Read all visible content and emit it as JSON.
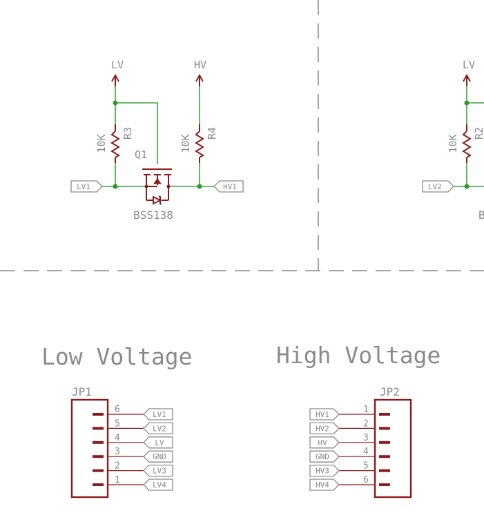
{
  "level_shifter_1": {
    "supply_low": "LV",
    "supply_high": "HV",
    "low_resistor": {
      "name": "R3",
      "value": "10K"
    },
    "high_resistor": {
      "name": "R4",
      "value": "10K"
    },
    "mosfet": {
      "name": "Q1",
      "value": "BSS138"
    },
    "net_low": "LV1",
    "net_high": "HV1"
  },
  "level_shifter_2": {
    "supply_low": "LV",
    "low_resistor": {
      "name": "R2",
      "value": "10K"
    },
    "net_low": "LV2",
    "mosfet_value_partial": "B"
  },
  "headers": {
    "low": {
      "title": "Low Voltage",
      "ref": "JP1",
      "pins": [
        {
          "num": "6",
          "label": "LV1"
        },
        {
          "num": "5",
          "label": "LV2"
        },
        {
          "num": "4",
          "label": "LV"
        },
        {
          "num": "3",
          "label": "GND"
        },
        {
          "num": "2",
          "label": "LV3"
        },
        {
          "num": "1",
          "label": "LV4"
        }
      ]
    },
    "high": {
      "title": "High Voltage",
      "ref": "JP2",
      "pins": [
        {
          "num": "1",
          "label": "HV1"
        },
        {
          "num": "2",
          "label": "HV2"
        },
        {
          "num": "3",
          "label": "HV"
        },
        {
          "num": "4",
          "label": "GND"
        },
        {
          "num": "5",
          "label": "HV3"
        },
        {
          "num": "6",
          "label": "HV4"
        }
      ]
    }
  },
  "colors": {
    "wire": "#3aa63a",
    "part": "#8b1a1a",
    "label": "#8a8a8a",
    "background": "#ffffff"
  }
}
